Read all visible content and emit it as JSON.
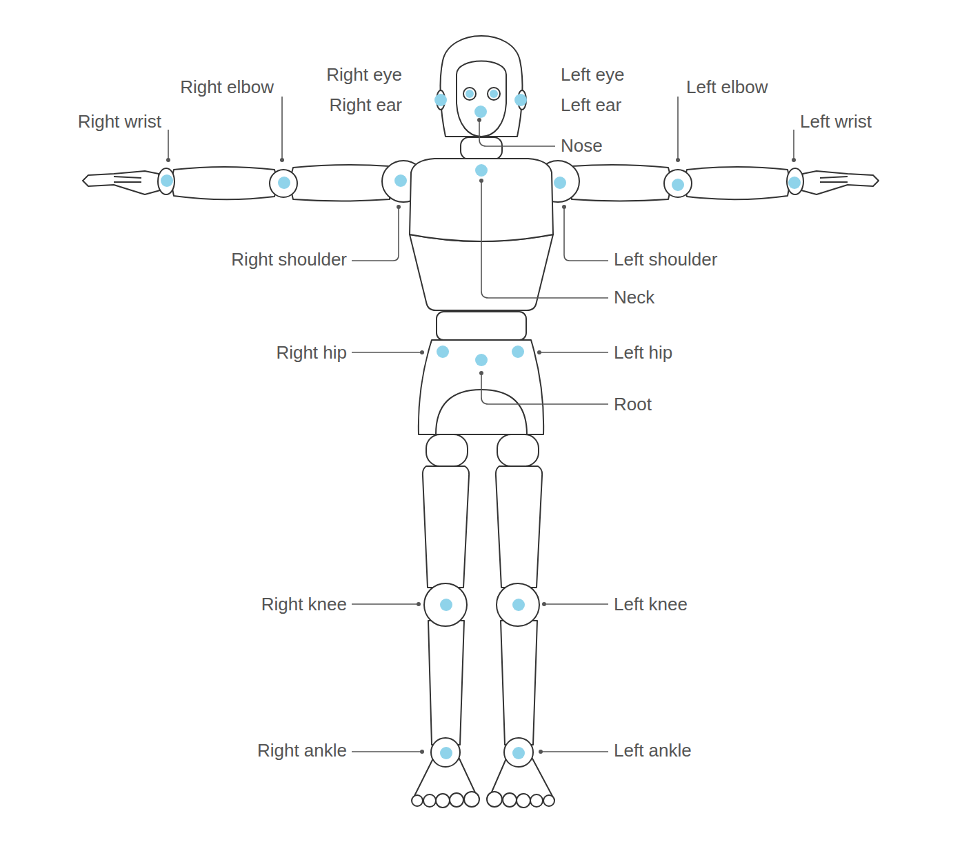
{
  "diagram": {
    "labels": [
      "Right eye",
      "Left eye",
      "Right elbow",
      "Left elbow",
      "Right ear",
      "Left ear",
      "Right wrist",
      "Left wrist",
      "Nose",
      "Right shoulder",
      "Left shoulder",
      "Neck",
      "Right hip",
      "Left hip",
      "Root",
      "Right knee",
      "Left knee",
      "Right ankle",
      "Left ankle"
    ]
  }
}
